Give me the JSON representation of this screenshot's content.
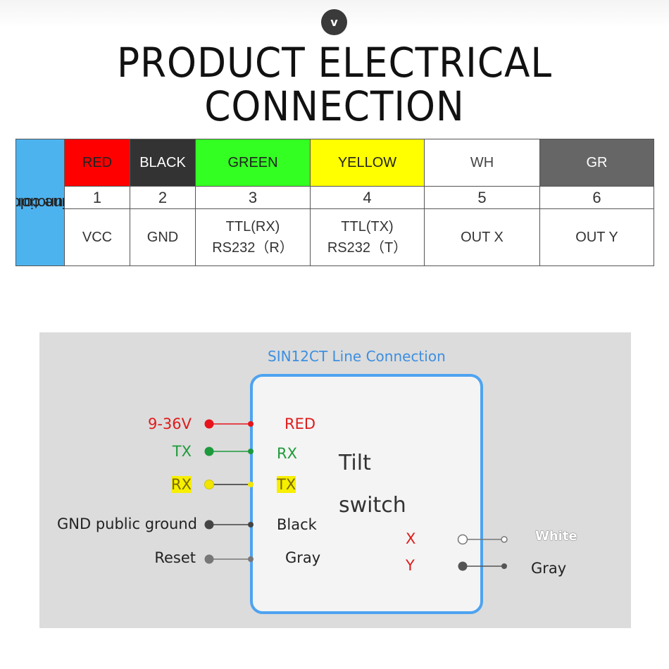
{
  "header": {
    "badge": "v",
    "title_line1": "PRODUCT ELECTRICAL",
    "title_line2": "CONNECTION"
  },
  "pin_table": {
    "row_header_line1": "Line color",
    "row_header_line2": "function",
    "columns": [
      {
        "color_label": "RED",
        "bg": "#ff0000",
        "fg": "#222222",
        "pin": "1",
        "function": [
          "VCC"
        ]
      },
      {
        "color_label": "BLACK",
        "bg": "#333333",
        "fg": "#ffffff",
        "pin": "2",
        "function": [
          "GND"
        ]
      },
      {
        "color_label": "GREEN",
        "bg": "#33ff22",
        "fg": "#222222",
        "pin": "3",
        "function": [
          "TTL(RX)",
          "RS232（R）"
        ]
      },
      {
        "color_label": "YELLOW",
        "bg": "#ffff00",
        "fg": "#222222",
        "pin": "4",
        "function": [
          "TTL(TX)",
          "RS232（T）"
        ]
      },
      {
        "color_label": "WH",
        "bg": "#ffffff",
        "fg": "#444444",
        "pin": "5",
        "function": [
          "OUT X"
        ]
      },
      {
        "color_label": "GR",
        "bg": "#666666",
        "fg": "#ffffff",
        "pin": "6",
        "function": [
          "OUT Y"
        ]
      }
    ]
  },
  "diagram": {
    "title": "SIN12CT Line Connection",
    "box_label_line1": "Tilt",
    "box_label_line2": "switch",
    "left_pins": [
      {
        "external": "9-36V",
        "internal": "RED",
        "color": "#e8131b",
        "text_color": "#e01b1b",
        "internal_color": "#e01b1b"
      },
      {
        "external": "TX",
        "internal": "RX",
        "color": "#1c9a3c",
        "text_color": "#1f9a3a",
        "internal_color": "#1f9a3a"
      },
      {
        "external": "RX",
        "internal": "TX",
        "color": "#f2e600",
        "text_color": "#7a6a00",
        "internal_color": "#7a6a00"
      },
      {
        "external": "GND public ground",
        "internal": "Black",
        "color": "#444444",
        "text_color": "#222222",
        "internal_color": "#222222"
      },
      {
        "external": "Reset",
        "internal": "Gray",
        "color": "#777777",
        "text_color": "#222222",
        "internal_color": "#222222"
      }
    ],
    "right_pins": [
      {
        "internal": "X",
        "external": "White",
        "color": "#ffffff",
        "internal_color": "#e01b1b",
        "text_color": "#ffffff"
      },
      {
        "internal": "Y",
        "external": "Gray",
        "color": "#555555",
        "internal_color": "#e01b1b",
        "text_color": "#222222"
      }
    ]
  }
}
